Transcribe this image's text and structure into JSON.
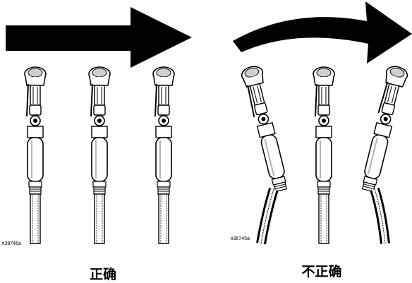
{
  "panels": {
    "left": {
      "code": "ti38746a",
      "caption": "正确",
      "motion": "straight-arrow"
    },
    "right": {
      "code": "ti38745a",
      "caption": "不正确",
      "motion": "curved-arrow"
    }
  },
  "colors": {
    "ink": "#000000",
    "paper": "#ffffff",
    "shade": "#b5b5b5"
  },
  "icons": [
    "spray-gun-icon",
    "hose-icon",
    "arrow-icon"
  ]
}
